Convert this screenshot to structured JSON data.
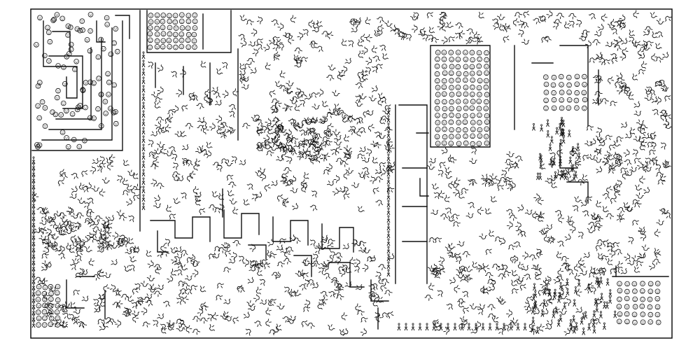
{
  "artwork": {
    "medium": "ink drawing",
    "ink_color": "#111111",
    "paper_color": "#ffffff",
    "motifs": [
      {
        "name": "walking-figure",
        "icon": "bird-like walking figure glyph"
      },
      {
        "name": "face-cell",
        "icon": "round face in square cell glyph"
      },
      {
        "name": "standing-figure",
        "icon": "small upright figure glyph"
      }
    ]
  }
}
